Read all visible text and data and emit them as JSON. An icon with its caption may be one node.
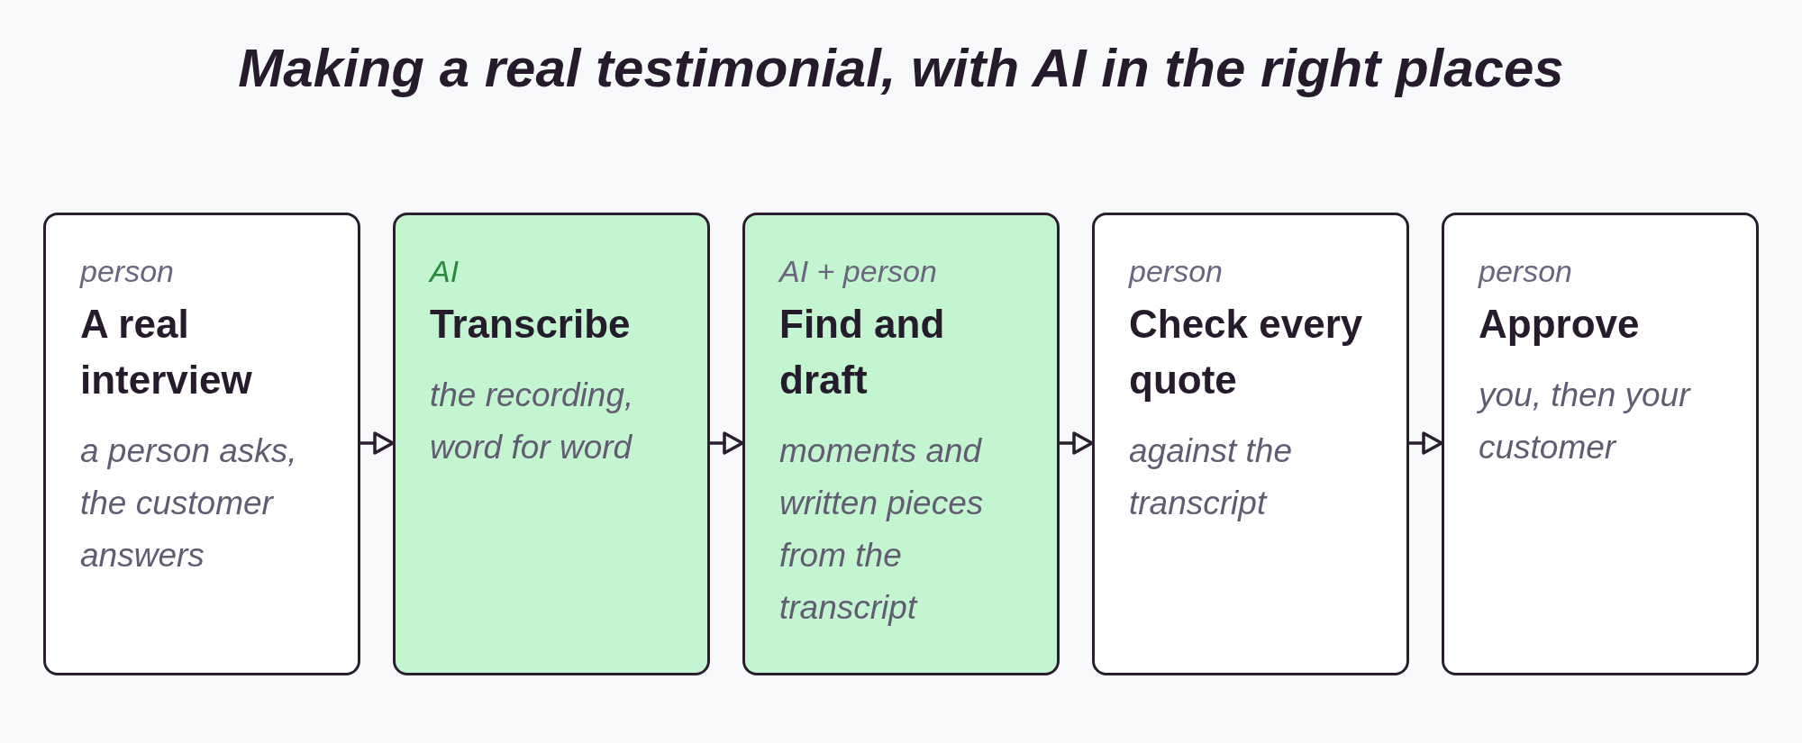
{
  "diagram": {
    "title": "Making a real testimonial, with AI in the right places",
    "nodes": [
      {
        "text": [
          "person",
          "A real interview",
          "a person asks, the customer answers"
        ]
      },
      {
        "text": [
          "AI",
          "Transcribe",
          "the recording, word for word"
        ]
      },
      {
        "text": [
          "AI + person",
          "Find and draft",
          "moments and written pieces from the transcript"
        ]
      },
      {
        "text": [
          "person",
          "Check every quote",
          "against the transcript"
        ]
      },
      {
        "text": [
          "person",
          "Approve",
          "you, then your customer"
        ]
      }
    ],
    "edges": [
      {
        "from": 0,
        "to": 1,
        "arrow": "to"
      },
      {
        "from": 1,
        "to": 2,
        "arrow": "to"
      },
      {
        "from": 2,
        "to": 3,
        "arrow": "to"
      },
      {
        "from": 3,
        "to": 4,
        "arrow": "to"
      }
    ]
  }
}
